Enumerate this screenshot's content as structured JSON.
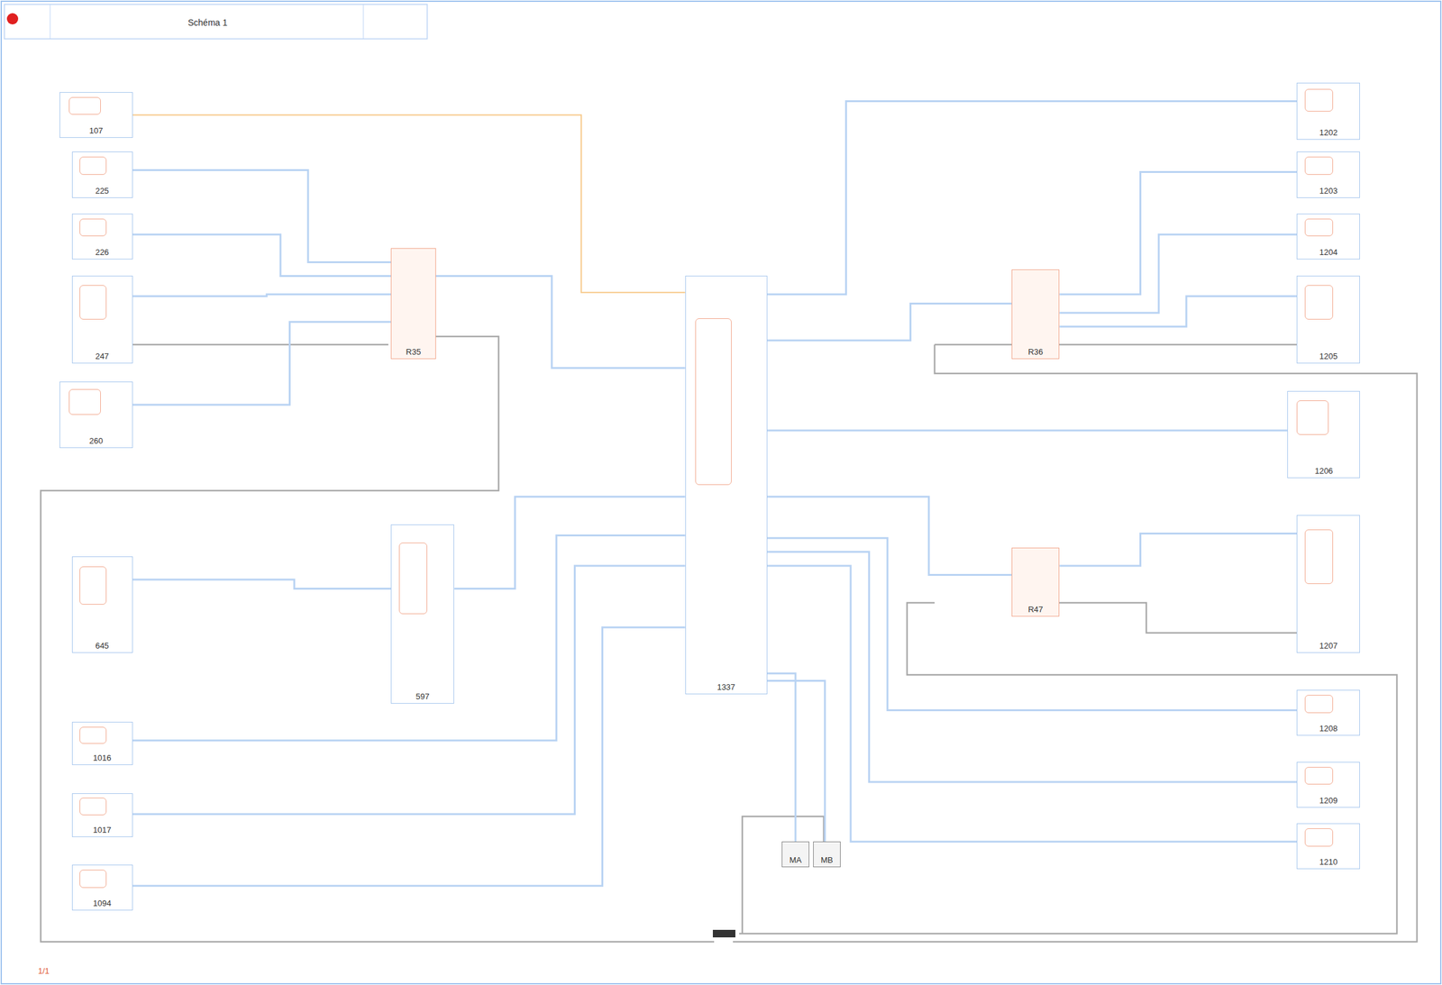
{
  "diagram": {
    "title": "Schéma 1",
    "nodes": [
      {
        "text": [
          "107"
        ]
      },
      {
        "text": [
          "225"
        ]
      },
      {
        "text": [
          "226"
        ]
      },
      {
        "text": [
          "247"
        ]
      },
      {
        "text": [
          "260"
        ]
      },
      {
        "text": [
          "645"
        ]
      },
      {
        "text": [
          "1016"
        ]
      },
      {
        "text": [
          "1017"
        ]
      },
      {
        "text": [
          "1094"
        ]
      },
      {
        "text": [
          "R35"
        ]
      },
      {
        "text": [
          "597"
        ]
      },
      {
        "text": [
          "1337"
        ]
      },
      {
        "text": [
          "R36"
        ]
      },
      {
        "text": [
          "R47"
        ]
      },
      {
        "text": [
          "1202"
        ]
      },
      {
        "text": [
          "1203"
        ]
      },
      {
        "text": [
          "1204"
        ]
      },
      {
        "text": [
          "1205"
        ]
      },
      {
        "text": [
          "1206"
        ]
      },
      {
        "text": [
          "1207"
        ]
      },
      {
        "text": [
          "1208"
        ]
      },
      {
        "text": [
          "1209"
        ]
      },
      {
        "text": [
          "1210"
        ]
      },
      {
        "text": [
          "MA"
        ]
      },
      {
        "text": [
          "MB"
        ]
      }
    ],
    "edges": [
      {
        "from": 0,
        "to": 11,
        "arrow": "none"
      },
      {
        "from": 1,
        "to": 9,
        "arrow": "none"
      },
      {
        "from": 2,
        "to": 9,
        "arrow": "none"
      },
      {
        "from": 3,
        "to": 9,
        "arrow": "none"
      },
      {
        "from": 4,
        "to": 9,
        "arrow": "none"
      },
      {
        "from": 9,
        "to": 11,
        "arrow": "none"
      },
      {
        "from": 5,
        "to": 10,
        "arrow": "none"
      },
      {
        "from": 10,
        "to": 11,
        "arrow": "none"
      },
      {
        "from": 6,
        "to": 11,
        "arrow": "none"
      },
      {
        "from": 7,
        "to": 11,
        "arrow": "none"
      },
      {
        "from": 8,
        "to": 11,
        "arrow": "none"
      },
      {
        "from": 11,
        "to": 14,
        "arrow": "none"
      },
      {
        "from": 11,
        "to": 12,
        "arrow": "none"
      },
      {
        "from": 12,
        "to": 15,
        "arrow": "none"
      },
      {
        "from": 12,
        "to": 16,
        "arrow": "none"
      },
      {
        "from": 12,
        "to": 17,
        "arrow": "none"
      },
      {
        "from": 11,
        "to": 18,
        "arrow": "none"
      },
      {
        "from": 11,
        "to": 13,
        "arrow": "none"
      },
      {
        "from": 13,
        "to": 19,
        "arrow": "none"
      },
      {
        "from": 11,
        "to": 20,
        "arrow": "none"
      },
      {
        "from": 11,
        "to": 21,
        "arrow": "none"
      },
      {
        "from": 11,
        "to": 22,
        "arrow": "none"
      },
      {
        "from": 11,
        "to": 23,
        "arrow": "none"
      },
      {
        "from": 11,
        "to": 24,
        "arrow": "none"
      }
    ],
    "labels": [
      "1/1"
    ]
  }
}
